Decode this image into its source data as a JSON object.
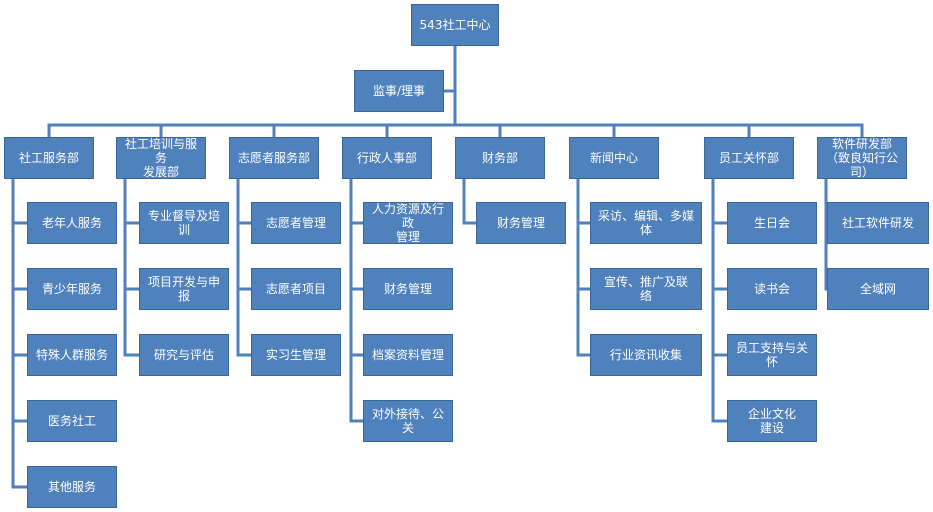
{
  "root": {
    "label": "543社工中心"
  },
  "supervisor": {
    "label": "监事/理事"
  },
  "departments": [
    {
      "label": "社工服务部",
      "children": [
        "老年人服务",
        "青少年服务",
        "特殊人群服务",
        "医务社工",
        "其他服务"
      ]
    },
    {
      "label": "社工培训与服务\n发展部",
      "children": [
        "专业督导及培训",
        "项目开发与申报",
        "研究与评估"
      ]
    },
    {
      "label": "志愿者服务部",
      "children": [
        "志愿者管理",
        "志愿者项目",
        "实习生管理"
      ]
    },
    {
      "label": "行政人事部",
      "children": [
        "人力资源及行政\n管理",
        "财务管理",
        "档案资料管理",
        "对外接待、公关"
      ]
    },
    {
      "label": "财务部",
      "children": [
        "财务管理"
      ]
    },
    {
      "label": "新闻中心",
      "children": [
        "采访、编辑、多媒体",
        "宣传、推广及联\n络",
        "行业资讯收集"
      ]
    },
    {
      "label": "员工关怀部",
      "children": [
        "生日会",
        "读书会",
        "员工支持与关怀",
        "企业文化\n建设"
      ]
    },
    {
      "label": "软件研发部\n（致良知行公司）",
      "children": [
        "社工软件研发",
        "全域网"
      ]
    }
  ],
  "colors": {
    "box_fill": "#4f81bd",
    "box_border": "#3a6596",
    "line": "#4f81bd"
  }
}
